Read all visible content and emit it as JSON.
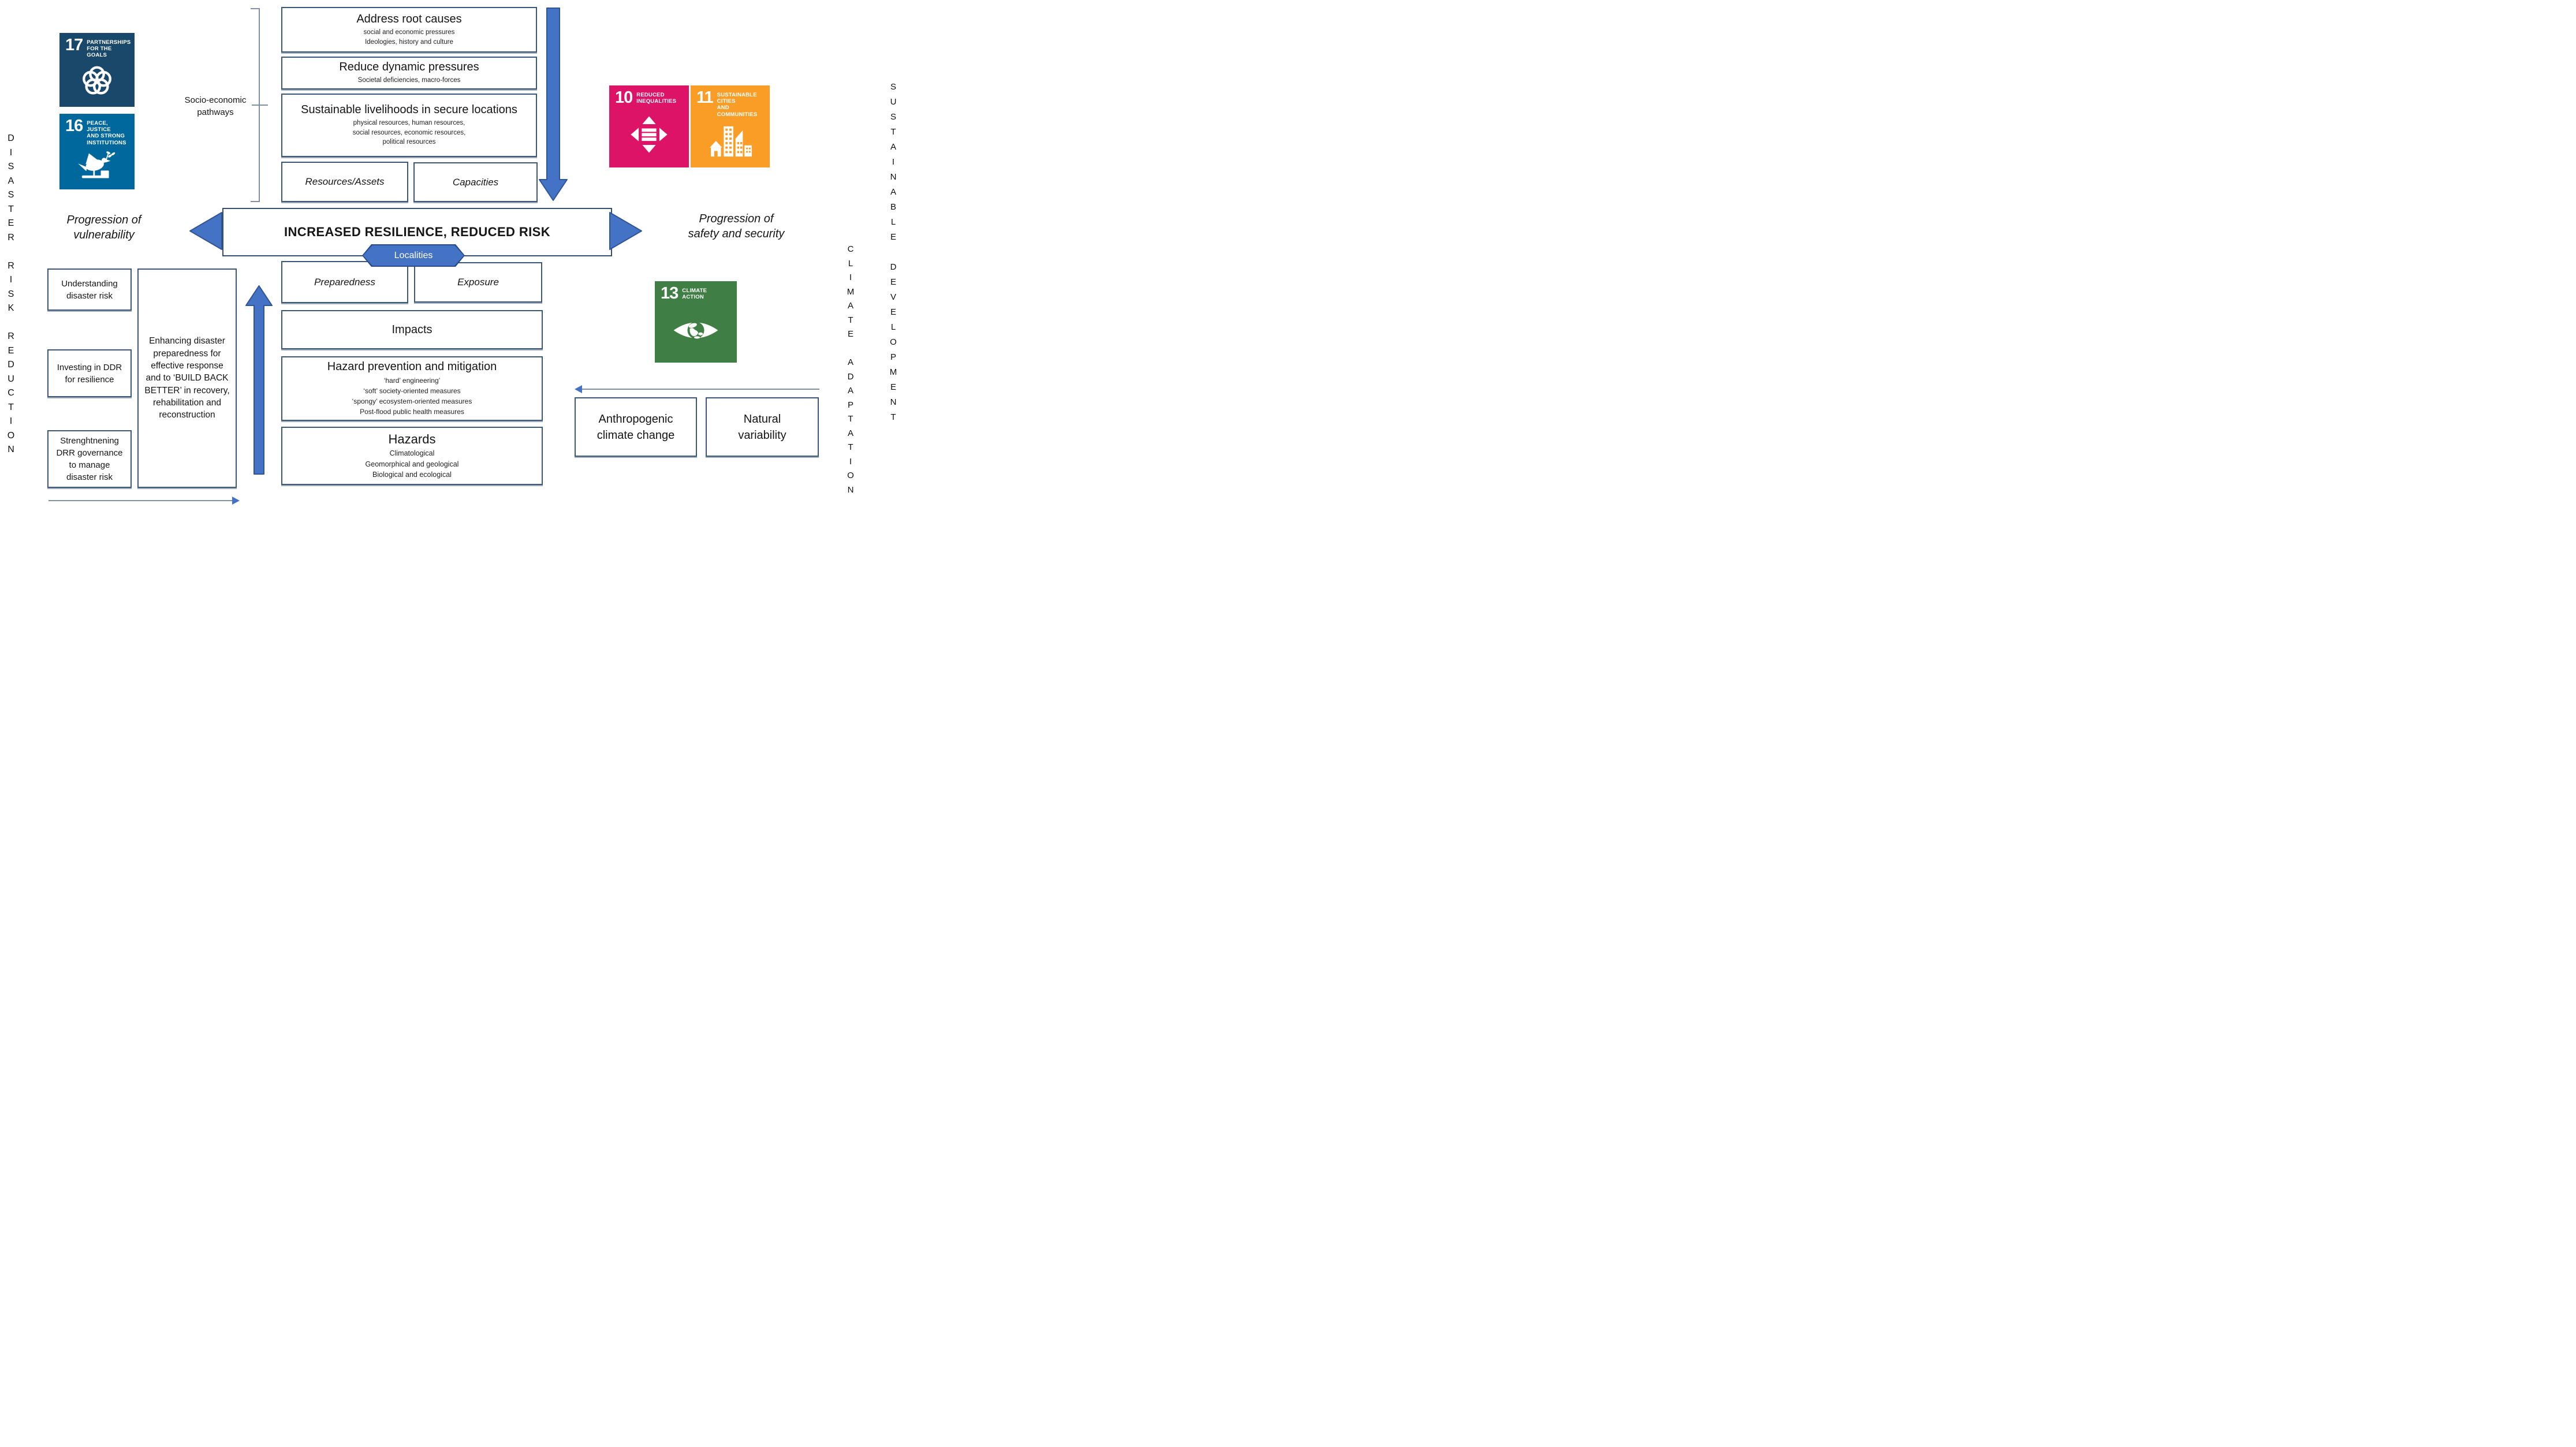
{
  "colors": {
    "arrow_blue": "#4472C4",
    "arrow_border": "#2F5597",
    "box_border": "#3a5678",
    "sdg17": "#19486A",
    "sdg16": "#00689D",
    "sdg10": "#DD1367",
    "sdg11": "#F99D26",
    "sdg13": "#3F7E44"
  },
  "vertical": {
    "left": "DISASTER RISK REDUCTION",
    "right_outer": "SUSTAINABLE DEVELOPMENT",
    "right_inner": "CLIMATE ADAPTATION"
  },
  "labels": {
    "socio": "Socio-economic\npathways",
    "prog_vuln": "Progression of\nvulnerability",
    "prog_safety": "Progression of\nsafety and security",
    "banner": "INCREASED RESILIENCE, REDUCED RISK",
    "localities": "Localities"
  },
  "sdg": {
    "g17": {
      "num": "17",
      "title": "PARTNERSHIPS\nFOR THE GOALS"
    },
    "g16": {
      "num": "16",
      "title": "PEACE, JUSTICE\nAND STRONG\nINSTITUTIONS"
    },
    "g10": {
      "num": "10",
      "title": "REDUCED\nINEQUALITIES"
    },
    "g11": {
      "num": "11",
      "title": "SUSTAINABLE CITIES\nAND COMMUNITIES"
    },
    "g13": {
      "num": "13",
      "title": "CLIMATE\nACTION"
    }
  },
  "top_boxes": {
    "root": {
      "title": "Address root causes",
      "sub": "social and economic pressures\nIdeologies, history and culture"
    },
    "dynamic": {
      "title": "Reduce dynamic pressures",
      "sub": "Societal deficiencies, macro-forces"
    },
    "livelihoods": {
      "title": "Sustainable livelihoods in secure locations",
      "sub": "physical resources, human resources,\nsocial resources, economic resources,\npolitical resources"
    },
    "resources": "Resources/Assets",
    "capacities": "Capacities"
  },
  "mid_boxes": {
    "preparedness": "Preparedness",
    "exposure": "Exposure",
    "impacts": "Impacts",
    "hazard_prev": {
      "title": "Hazard prevention and mitigation",
      "sub": "‘hard’ engineering’\n‘soft’ society-oriented measures\n‘spongy’ ecosystem-oriented measures\nPost-flood public health measures"
    },
    "hazards": {
      "title": "Hazards",
      "sub": "Climatological\nGeomorphical and geological\nBiological and ecological"
    }
  },
  "left_col": {
    "b1": "Understanding\ndisaster risk",
    "b2": "Investing in DDR\nfor resilience",
    "b3": "Strenghtnening\nDRR governance\nto manage\ndisaster risk",
    "tall": "Enhancing disaster\npreparedness for\neffective response\nand to ‘BUILD BACK\nBETTER’ in recovery,\nrehabilitation and\nreconstruction"
  },
  "right_col": {
    "anthropogenic": "Anthropogenic\nclimate change",
    "natural": "Natural\nvariability"
  }
}
